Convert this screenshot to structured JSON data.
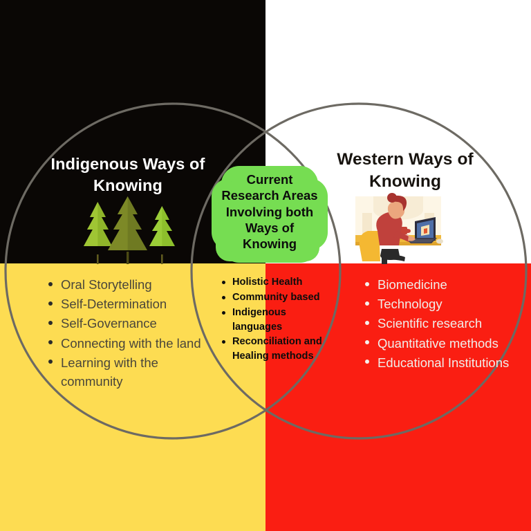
{
  "diagram": {
    "type": "venn",
    "background_quadrants": {
      "top_left": "#0a0705",
      "top_right": "#ffffff",
      "bottom_left": "#fddc52",
      "bottom_right": "#fa1e12"
    },
    "circle_stroke_color": "#6d6a63"
  },
  "left_lens": {
    "title": "Indigenous Ways of Knowing",
    "illustration": "pine-trees-illustration",
    "items": [
      "Oral Storytelling",
      "Self-Determination",
      "Self-Governance",
      "Connecting with the land",
      "Learning with the community"
    ],
    "text_color": "#4a463a"
  },
  "intersection": {
    "title": "Current Research Areas Involving both Ways of Knowing",
    "badge_color": "#76dd52",
    "items": [
      "Holistic Health",
      "Community based",
      "Indigenous languages",
      "Reconciliation and Healing methods"
    ],
    "text_color": "#0c0c0c"
  },
  "right_lens": {
    "title": "Western Ways of Knowing",
    "illustration": "person-at-laptop-illustration",
    "items": [
      "Biomedicine",
      "Technology",
      "Scientific research",
      "Quantitative methods",
      "Educational Institutions"
    ],
    "text_color": "#f0eeea"
  }
}
